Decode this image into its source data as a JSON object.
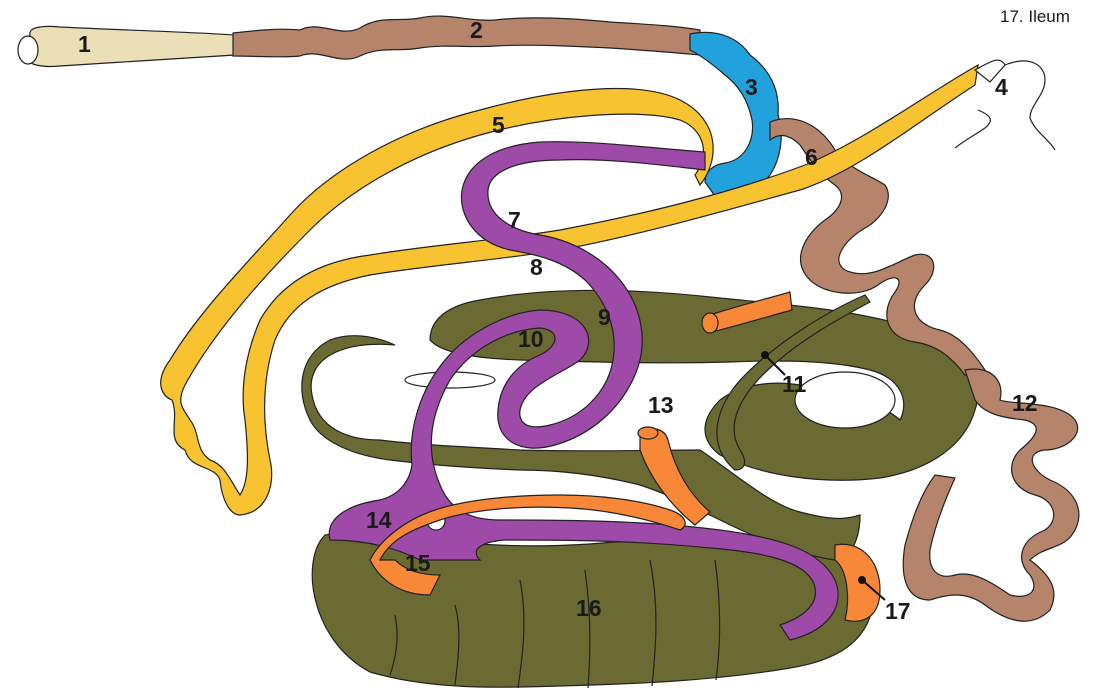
{
  "legend": {
    "text": "17. Ileum"
  },
  "colors": {
    "pale": "#EBDFB8",
    "brown": "#B5846A",
    "blue": "#22A2DC",
    "yellow": "#F7C330",
    "purple": "#9D4AA8",
    "olive": "#6A6A32",
    "orange": "#F88838"
  },
  "labels": [
    {
      "id": "1",
      "text": "1"
    },
    {
      "id": "2",
      "text": "2"
    },
    {
      "id": "3",
      "text": "3"
    },
    {
      "id": "4",
      "text": "4"
    },
    {
      "id": "5",
      "text": "5"
    },
    {
      "id": "6",
      "text": "6"
    },
    {
      "id": "7",
      "text": "7"
    },
    {
      "id": "8",
      "text": "8"
    },
    {
      "id": "9",
      "text": "9"
    },
    {
      "id": "10",
      "text": "10"
    },
    {
      "id": "11",
      "text": "11"
    },
    {
      "id": "12",
      "text": "12"
    },
    {
      "id": "13",
      "text": "13"
    },
    {
      "id": "14",
      "text": "14"
    },
    {
      "id": "15",
      "text": "15"
    },
    {
      "id": "16",
      "text": "16"
    },
    {
      "id": "17",
      "text": "17"
    }
  ]
}
